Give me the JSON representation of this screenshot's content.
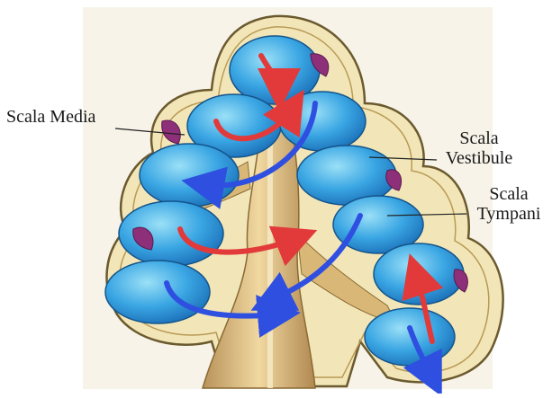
{
  "diagram": {
    "labels": {
      "scala_media": "Scala Media",
      "scala_vestibule_line1": "Scala",
      "scala_vestibule_line2": "Vestibule",
      "scala_tympani_line1": "Scala",
      "scala_tympani_line2": "Tympani"
    },
    "colors": {
      "bony_wall": "#f2e6b8",
      "bony_outline": "#6b5a2e",
      "duct_blue": "#2a8fd6",
      "duct_light": "#7fd0f2",
      "membrane_magenta": "#8e2f7a",
      "modiolus": "#c9a86a",
      "modiolus_dark": "#8a6a34",
      "arrow_red": "#e23a3a",
      "arrow_blue": "#2f4fe0"
    }
  }
}
